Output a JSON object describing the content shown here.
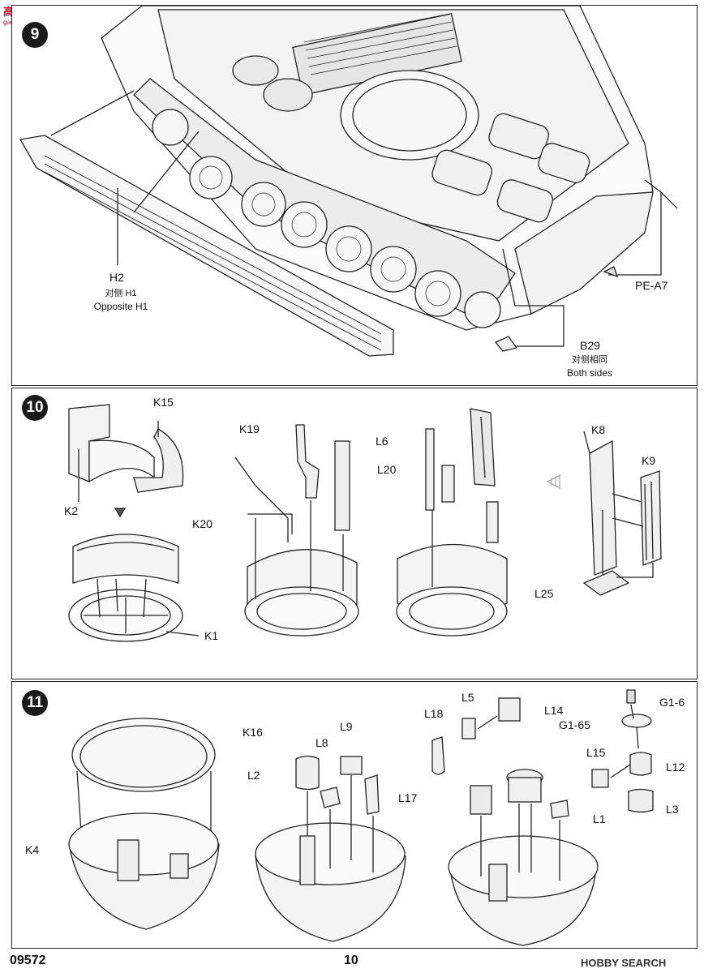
{
  "watermark": {
    "logo_text": "高手网",
    "logo_sub": "gao-shou.com",
    "footer_brand": "HOBBY SEARCH"
  },
  "steps": {
    "s9": {
      "number": "9",
      "labels": {
        "h2": "H2",
        "h2_cn": "对侧 H1",
        "h2_en": "Opposite H1",
        "pea7": "PE-A7",
        "b29": "B29",
        "b29_cn": "对侧相同",
        "b29_en": "Both sides"
      }
    },
    "s10": {
      "number": "10",
      "labels": {
        "k15": "K15",
        "k2": "K2",
        "k1": "K1",
        "k19": "K19",
        "l6": "L6",
        "k20": "K20",
        "l20": "L20",
        "k8": "K8",
        "k9": "K9",
        "l25": "L25"
      }
    },
    "s11": {
      "number": "11",
      "labels": {
        "k16": "K16",
        "k4": "K4",
        "l9": "L9",
        "l8": "L8",
        "l2": "L2",
        "l17": "L17",
        "l18": "L18",
        "l5": "L5",
        "l14": "L14",
        "g16": "G1-6",
        "g165": "G1-65",
        "l15": "L15",
        "l12": "L12",
        "l1": "L1",
        "l3": "L3"
      }
    }
  },
  "footer": {
    "code": "09572",
    "page": "10"
  }
}
